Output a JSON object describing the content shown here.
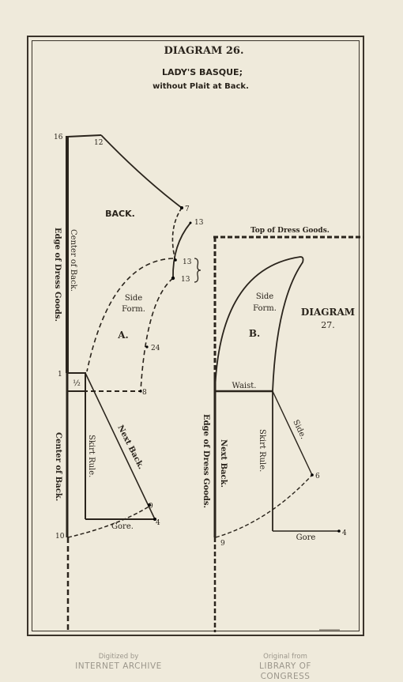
{
  "title": "DIAGRAM 26.",
  "subtitle": {
    "line1": "LADY'S BASQUE;",
    "line2": "without Plait at Back."
  },
  "diagram27_title": {
    "line1": "DIAGRAM",
    "line2": "27."
  },
  "labels": {
    "back": "BACK.",
    "side_form_a": [
      "Side",
      "Form."
    ],
    "side_form_b": [
      "Side",
      "Form."
    ],
    "piece_a": "A.",
    "piece_b": "B.",
    "center_of_back_upper": "Center of Back.",
    "edge_of_dress_goods_a": "Edge of Dress Goods.",
    "center_of_back_lower": "Center of Back.",
    "skirt_rule_a": "Skirt Rule.",
    "next_back_a": "Next Back.",
    "gore_a": "Gore.",
    "half": "½",
    "top_of_dress_goods": "Top of Dress Goods.",
    "waist": "Waist.",
    "edge_of_dress_goods_b": "Edge of Dress Goods.",
    "next_back_b": "Next Back.",
    "skirt_rule_b": "Skirt Rule.",
    "side": "Side.",
    "gore_b": "Gore"
  },
  "points": {
    "p16": "16",
    "p12": "12",
    "p7": "7",
    "p13_top": "13",
    "p13_a": "13",
    "p13_b": "13",
    "p24": "24",
    "p1": "1",
    "p8": "8",
    "p9_a": "9",
    "p4_a": "4",
    "p10": "10",
    "p6": "6",
    "p9_b": "9",
    "p4_b": "4"
  },
  "footer": {
    "left_small": "Digitized by",
    "left_big": "INTERNET ARCHIVE",
    "right_small": "Original from",
    "right_big": "LIBRARY OF CONGRESS"
  }
}
